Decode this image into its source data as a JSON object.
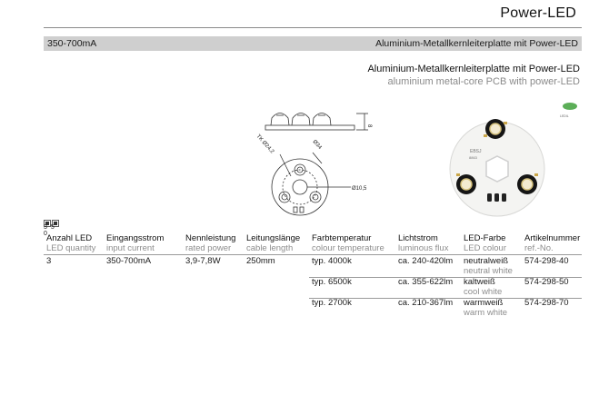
{
  "header": {
    "title": "Power-LED"
  },
  "band": {
    "left": "350-700mA",
    "right": "Aluminium-Metallkernleiterplatte mit Power-LED"
  },
  "product": {
    "title_de": "Aluminium-Metallkernleiterplatte mit Power-LED",
    "title_en": "aluminium metal-core PCB with power-LED"
  },
  "drawing": {
    "dim_height": "8",
    "dim_pitch": "TK Ø24,2",
    "dim_outer": "Ø34",
    "dim_hole": "Ø10,5"
  },
  "photo": {
    "board_label": "EBSJ",
    "board_code": "8863",
    "sticker": "LEDIL"
  },
  "led_badge": "3 5 0",
  "table": {
    "headers": [
      {
        "de": "Anzahl  LED",
        "en": "LED quantity"
      },
      {
        "de": "Eingangsstrom",
        "en": "input current"
      },
      {
        "de": "Nennleistung",
        "en": "rated power"
      },
      {
        "de": "Leitungslänge",
        "en": "cable length"
      },
      {
        "de": "Farbtemperatur",
        "en": "colour temperature"
      },
      {
        "de": "Lichtstrom",
        "en": "luminous flux"
      },
      {
        "de": "LED-Farbe",
        "en": "LED colour"
      },
      {
        "de": "Artikelnummer",
        "en": "ref.-No."
      }
    ],
    "common": {
      "qty": "3",
      "current": "350-700mA",
      "power": "3,9-7,8W",
      "cable": "250mm"
    },
    "rows": [
      {
        "temp": "typ. 4000k",
        "flux": "ca. 240-420lm",
        "color_de": "neutralweiß",
        "color_en": "neutral white",
        "ref": "574-298-40"
      },
      {
        "temp": "typ. 6500k",
        "flux": "ca. 355-622lm",
        "color_de": "kaltweiß",
        "color_en": "cool white",
        "ref": "574-298-50"
      },
      {
        "temp": "typ. 2700k",
        "flux": "ca. 210-367lm",
        "color_de": "warmweiß",
        "color_en": "warm white",
        "ref": "574-298-70"
      }
    ]
  },
  "colors": {
    "band": "#cfcfcf",
    "rule": "#8a8a8a",
    "secondary_text": "#8d8d8d"
  }
}
